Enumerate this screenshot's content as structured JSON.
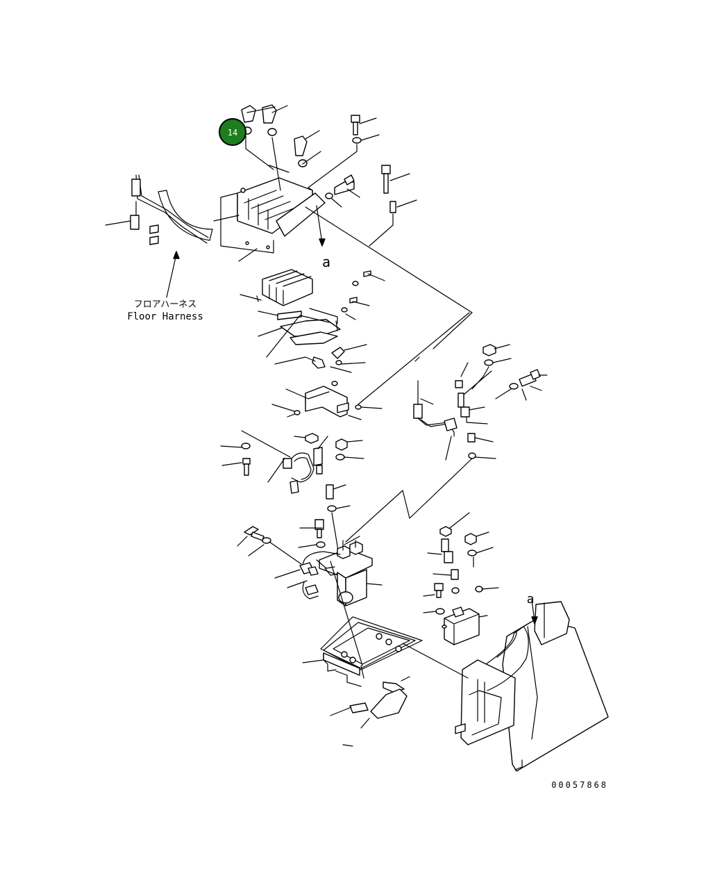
{
  "callouts": [
    {
      "number": "14",
      "color": "#1e7d1e"
    }
  ],
  "labels": {
    "harness_ja": "フロアハーネス",
    "harness_en": "Floor Harness",
    "view_a_top": "a",
    "view_a_bottom": "a"
  },
  "drawing_number": "00057868"
}
